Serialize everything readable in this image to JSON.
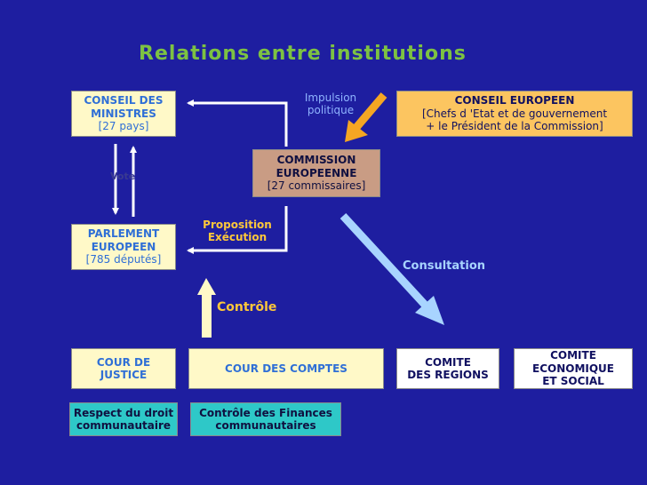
{
  "title": "Relations entre institutions",
  "boxes": {
    "conseil_ministres": {
      "line1": "CONSEIL DES",
      "line2": "MINISTRES",
      "line3": "[27 pays]"
    },
    "conseil_europeen": {
      "line1": "CONSEIL EUROPEEN",
      "line2": "[Chefs d 'Etat et de gouvernement",
      "line3": "+ le Président de la Commission]"
    },
    "commission": {
      "line1": "COMMISSION",
      "line2": "EUROPEENNE",
      "line3": "[27 commissaires]"
    },
    "parlement": {
      "line1": "PARLEMENT",
      "line2": "EUROPEEN",
      "line3": "[785 députés]"
    },
    "cour_justice": {
      "line1": "COUR DE",
      "line2": "JUSTICE"
    },
    "cour_comptes": {
      "line1": "COUR DES COMPTES"
    },
    "comite_regions": {
      "line1": "COMITE",
      "line2": "DES REGIONS"
    },
    "comite_eco": {
      "line1": "COMITE",
      "line2": "ECONOMIQUE",
      "line3": "ET SOCIAL"
    },
    "respect_droit": {
      "line1": "Respect du droit",
      "line2": "communautaire"
    },
    "controle_finances": {
      "line1": "Contrôle des Finances",
      "line2": "communautaires"
    }
  },
  "labels": {
    "impulsion_line1": "Impulsion",
    "impulsion_line2": "politique",
    "vote": "Vote",
    "proposition": "Proposition",
    "execution": "Exécution",
    "consultation": "Consultation",
    "controle": "Contrôle"
  },
  "colors": {
    "background": "#1e1ea0",
    "title": "#7dc242",
    "accent_gold": "#fcc73a",
    "consultation_arrow": "#a8d4ff"
  }
}
